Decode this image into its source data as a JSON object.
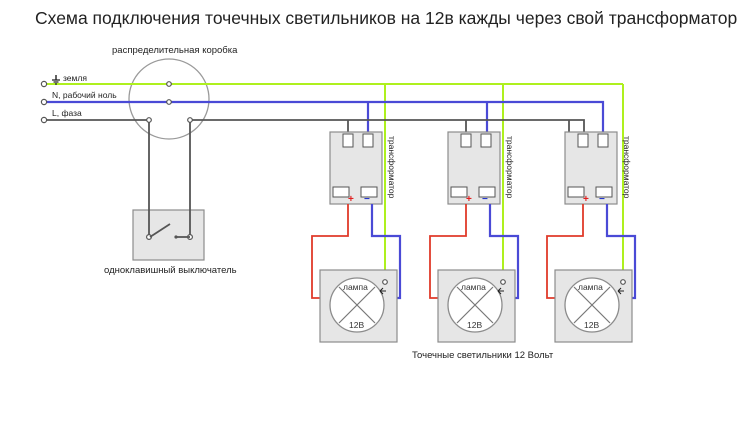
{
  "title": "Схема подключения точечных светильников на 12в кажды через свой трансформатор",
  "junction_box_label": "распределительная коробка",
  "wires": {
    "ground_label": "земля",
    "neutral_label": "N, рабочий ноль",
    "phase_label": "L, фаза"
  },
  "switch_label": "одноклавишный выключатель",
  "transformer_label": "трансформатор",
  "lamps": {
    "top_label": "лампа",
    "bottom_label": "12В",
    "caption": "Точечные светильники 12 Вольт"
  },
  "polarity": {
    "plus": "+",
    "minus": "−"
  },
  "icons": {
    "ground": "ground-symbol-icon",
    "lamp": "lamp-cross-icon",
    "terminal": "wire-terminal-node"
  },
  "colors": {
    "ground": "#aef01e",
    "neutral": "#4a4ad6",
    "phase": "#555555",
    "dc_plus": "#e03a2a",
    "dc_minus": "#4a4ad6",
    "box_fill": "#e6e6e6"
  }
}
